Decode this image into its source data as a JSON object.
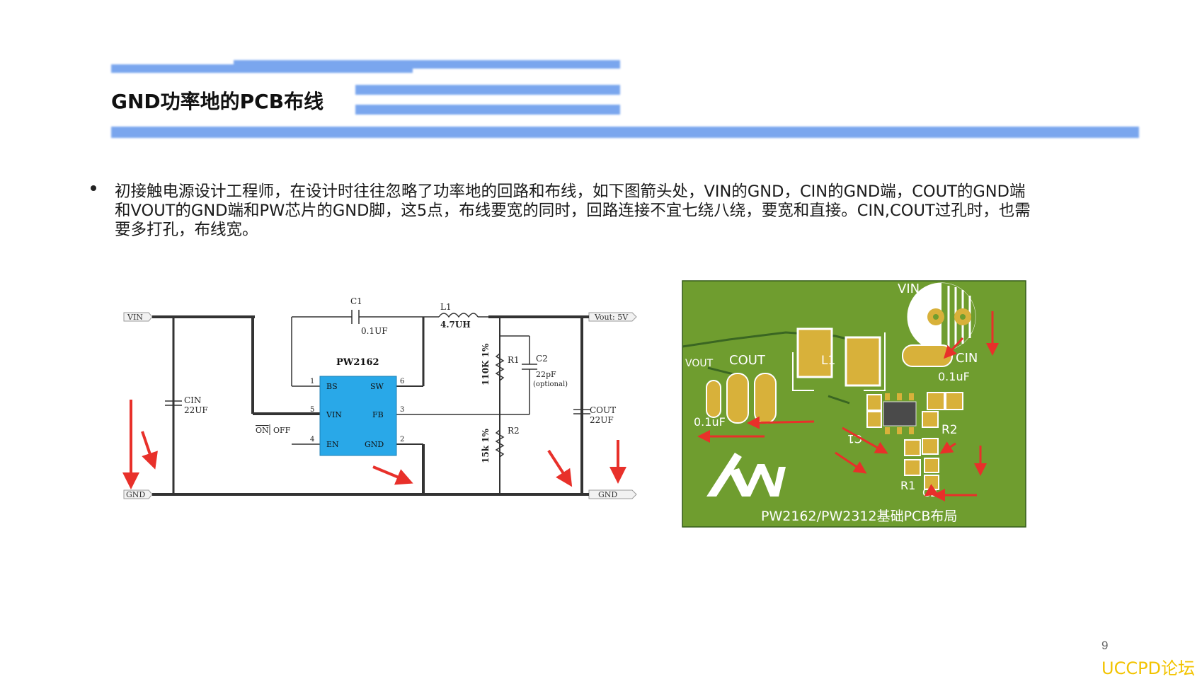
{
  "slide": {
    "title": "GND功率地的PCB布线",
    "paragraph_lines": [
      "初接触电源设计工程师，在设计时往往忽略了功率地的回路和布线，如下图箭头处，VIN的GND，CIN的GND端，COUT的GND端",
      "和VOUT的GND端和PW芯片的GND脚，这5点，布线要宽的同时，回路连接不宜七绕八绕，要宽和直接。CIN,COUT过孔时，也需",
      "要多打孔，布线宽。"
    ],
    "page_number": "9",
    "watermark": "UCCPD论坛",
    "accent_color": "#7aa6ee"
  },
  "schematic": {
    "vin": "VIN",
    "gnd_left": "GND",
    "gnd_right": "GND",
    "vout": "Vout: 5V",
    "c1_name": "C1",
    "c1_value": "0.1UF",
    "l1_name": "L1",
    "l1_value": "4.7UH",
    "chip_name": "PW2162",
    "pin_bs": "BS",
    "pin_sw": "SW",
    "pin_vin": "VIN",
    "pin_fb": "FB",
    "pin_en": "EN",
    "pin_gnd": "GND",
    "pin1": "1",
    "pin2": "2",
    "pin3": "3",
    "pin4": "4",
    "pin5": "5",
    "pin6": "6",
    "en_on": "ON",
    "en_off": "OFF",
    "cin_name": "CIN",
    "cin_value": "22UF",
    "cout_name": "COUT",
    "cout_value": "22UF",
    "r1_name": "R1",
    "r1_value": "110K 1%",
    "r2_name": "R2",
    "r2_value": "15k 1%",
    "c2_name": "C2",
    "c2_value": "22pF",
    "c2_note": "(optional)",
    "board_color": "#6f9d2f",
    "arrow_color": "#e8302a",
    "chip_color": "#29a8e8"
  },
  "pcb": {
    "vin": "VIN",
    "vout": "VOUT",
    "cout": "COUT",
    "l1": "L1",
    "cin": "CIN",
    "cap_left": "0.1uF",
    "cap_right": "0.1uF",
    "c1": "C1",
    "r1": "R1",
    "r2": "R2",
    "c2": "C2",
    "caption": "PW2162/PW2312基础PCB布局"
  }
}
